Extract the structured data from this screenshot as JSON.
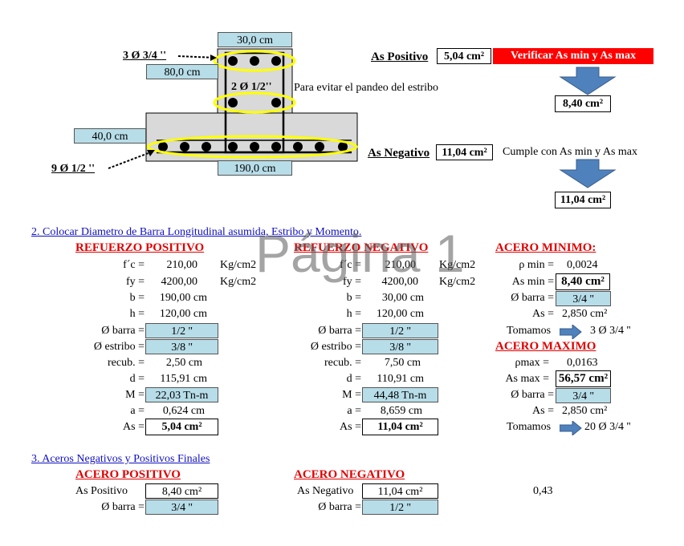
{
  "diagram": {
    "width_top": "30,0 cm",
    "height_web": "80,0 cm",
    "flange_thick": "40,0 cm",
    "width_bottom": "190,0 cm",
    "top_bars": "3 Ø  3/4 ''",
    "mid_bars": "2  Ø  1/2''",
    "mid_note": "Para evitar el pandeo del estribo",
    "bottom_bars": "9 Ø  1/2 ''"
  },
  "summary": {
    "as_pos_label": "As Positivo",
    "as_pos_value": "5,04 cm²",
    "verify_label": "Verificar As min y As max",
    "as_pos_result": "8,40 cm²",
    "as_neg_label": "As Negativo",
    "as_neg_value": "11,04 cm²",
    "neg_note": "Cumple con As min y As max",
    "as_neg_result": "11,04 cm²"
  },
  "section2": {
    "title": "2. Colocar Diametro de Barra Longitudinal asumida, Estribo y Momento."
  },
  "pos": {
    "title": "REFUERZO POSITIVO",
    "fc_label": "f´c =",
    "fc": "210,00",
    "fc_unit": "Kg/cm2",
    "fy_label": "fy =",
    "fy": "4200,00",
    "fy_unit": "Kg/cm2",
    "b_label": "b =",
    "b": "190,00 cm",
    "h_label": "h =",
    "h": "120,00 cm",
    "bar_label": "Ø barra =",
    "bar": "1/2 ''",
    "stirrup_label": "Ø estribo =",
    "stirrup": "3/8 ''",
    "recub_label": "recub. =",
    "recub": "2,50 cm",
    "d_label": "d =",
    "d": "115,91 cm",
    "m_label": "M =",
    "m": "22,03 Tn-m",
    "a_label": "a =",
    "a": "0,624 cm",
    "as_label": "As =",
    "as": "5,04 cm²"
  },
  "neg": {
    "title": "REFUERZO NEGATIVO",
    "fc_label": "f´c =",
    "fc": "210,00",
    "fc_unit": "Kg/cm2",
    "fy_label": "fy =",
    "fy": "4200,00",
    "fy_unit": "Kg/cm2",
    "b_label": "b =",
    "b": "30,00 cm",
    "h_label": "h =",
    "h": "120,00 cm",
    "bar_label": "Ø barra =",
    "bar": "1/2 ''",
    "stirrup_label": "Ø estribo =",
    "stirrup": "3/8 ''",
    "recub_label": "recub. =",
    "recub": "7,50 cm",
    "d_label": "d =",
    "d": "110,91 cm",
    "m_label": "M =",
    "m": "44,48 Tn-m",
    "a_label": "a =",
    "a": "8,659 cm",
    "as_label": "As =",
    "as": "11,04 cm²"
  },
  "min": {
    "title": "ACERO MINIMO:",
    "rho_label": "ρ min =",
    "rho": "0,0024",
    "as_label": "As min =",
    "as": "8,40 cm²",
    "bar_label": "Ø barra =",
    "bar": "3/4 ''",
    "as2_label": "As =",
    "as2": "2,850 cm²",
    "take_label": "Tomamos",
    "take": "3 Ø  3/4 ''"
  },
  "max": {
    "title": "ACERO MAXIMO",
    "rho_label": "ρmax =",
    "rho": "0,0163",
    "as_label": "As max =",
    "as": "56,57 cm²",
    "bar_label": "Ø barra =",
    "bar": "3/4 ''",
    "as2_label": "As =",
    "as2": "2,850 cm²",
    "take_label": "Tomamos",
    "take": "20 Ø  3/4 ''"
  },
  "section3": {
    "title": "3. Aceros Negativos y Positivos Finales",
    "pos_title": "ACERO POSITIVO",
    "pos_label": "As Positivo",
    "pos_value": "8,40 cm²",
    "pos_bar_label": "Ø barra =",
    "pos_bar": "3/4 ''",
    "neg_title": "ACERO NEGATIVO",
    "neg_label": "As Negativo",
    "neg_value": "11,04 cm²",
    "neg_bar_label": "Ø barra =",
    "neg_bar": "1/2 ''",
    "ratio": "0,43"
  },
  "watermark": "Página 1",
  "colors": {
    "cell_blue": "#b7dde8",
    "title_red": "#e00000",
    "link_blue": "#1010c0",
    "banner_red": "#ff0000",
    "arrow_blue": "#4f81bd"
  }
}
